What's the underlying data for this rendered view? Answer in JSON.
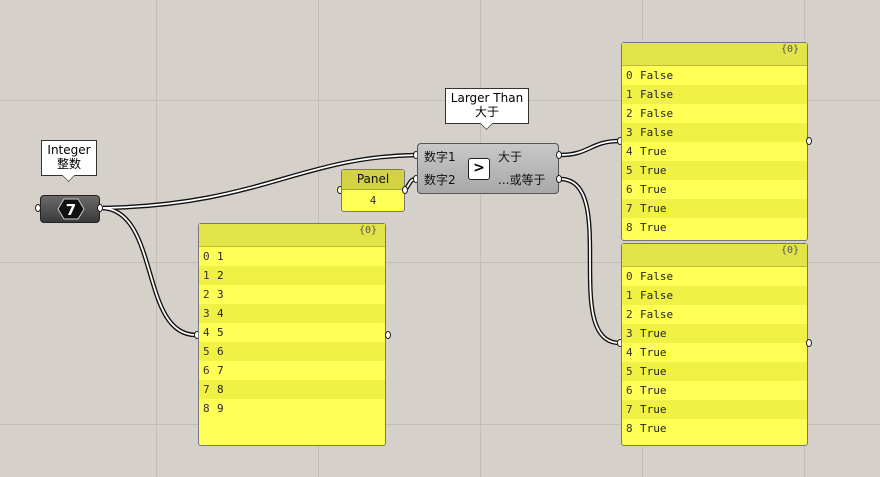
{
  "integer": {
    "label_en": "Integer",
    "label_cn": "整数",
    "value": "7"
  },
  "larger_than": {
    "label_en": "Larger Than",
    "label_cn": "大于",
    "input_a": "数字1",
    "input_b": "数字2",
    "output_gt": "大于",
    "output_ge": "...或等于",
    "icon_glyph": ">"
  },
  "number_panel": {
    "title": "Panel",
    "value": "4"
  },
  "list_panel": {
    "path": "{0}",
    "rows": [
      {
        "i": "0",
        "v": "1"
      },
      {
        "i": "1",
        "v": "2"
      },
      {
        "i": "2",
        "v": "3"
      },
      {
        "i": "3",
        "v": "4"
      },
      {
        "i": "4",
        "v": "5"
      },
      {
        "i": "5",
        "v": "6"
      },
      {
        "i": "6",
        "v": "7"
      },
      {
        "i": "7",
        "v": "8"
      },
      {
        "i": "8",
        "v": "9"
      }
    ]
  },
  "gt_panel": {
    "path": "{0}",
    "rows": [
      {
        "i": "0",
        "v": "False"
      },
      {
        "i": "1",
        "v": "False"
      },
      {
        "i": "2",
        "v": "False"
      },
      {
        "i": "3",
        "v": "False"
      },
      {
        "i": "4",
        "v": "True"
      },
      {
        "i": "5",
        "v": "True"
      },
      {
        "i": "6",
        "v": "True"
      },
      {
        "i": "7",
        "v": "True"
      },
      {
        "i": "8",
        "v": "True"
      }
    ]
  },
  "ge_panel": {
    "path": "{0}",
    "rows": [
      {
        "i": "0",
        "v": "False"
      },
      {
        "i": "1",
        "v": "False"
      },
      {
        "i": "2",
        "v": "False"
      },
      {
        "i": "3",
        "v": "True"
      },
      {
        "i": "4",
        "v": "True"
      },
      {
        "i": "5",
        "v": "True"
      },
      {
        "i": "6",
        "v": "True"
      },
      {
        "i": "7",
        "v": "True"
      },
      {
        "i": "8",
        "v": "True"
      }
    ]
  }
}
